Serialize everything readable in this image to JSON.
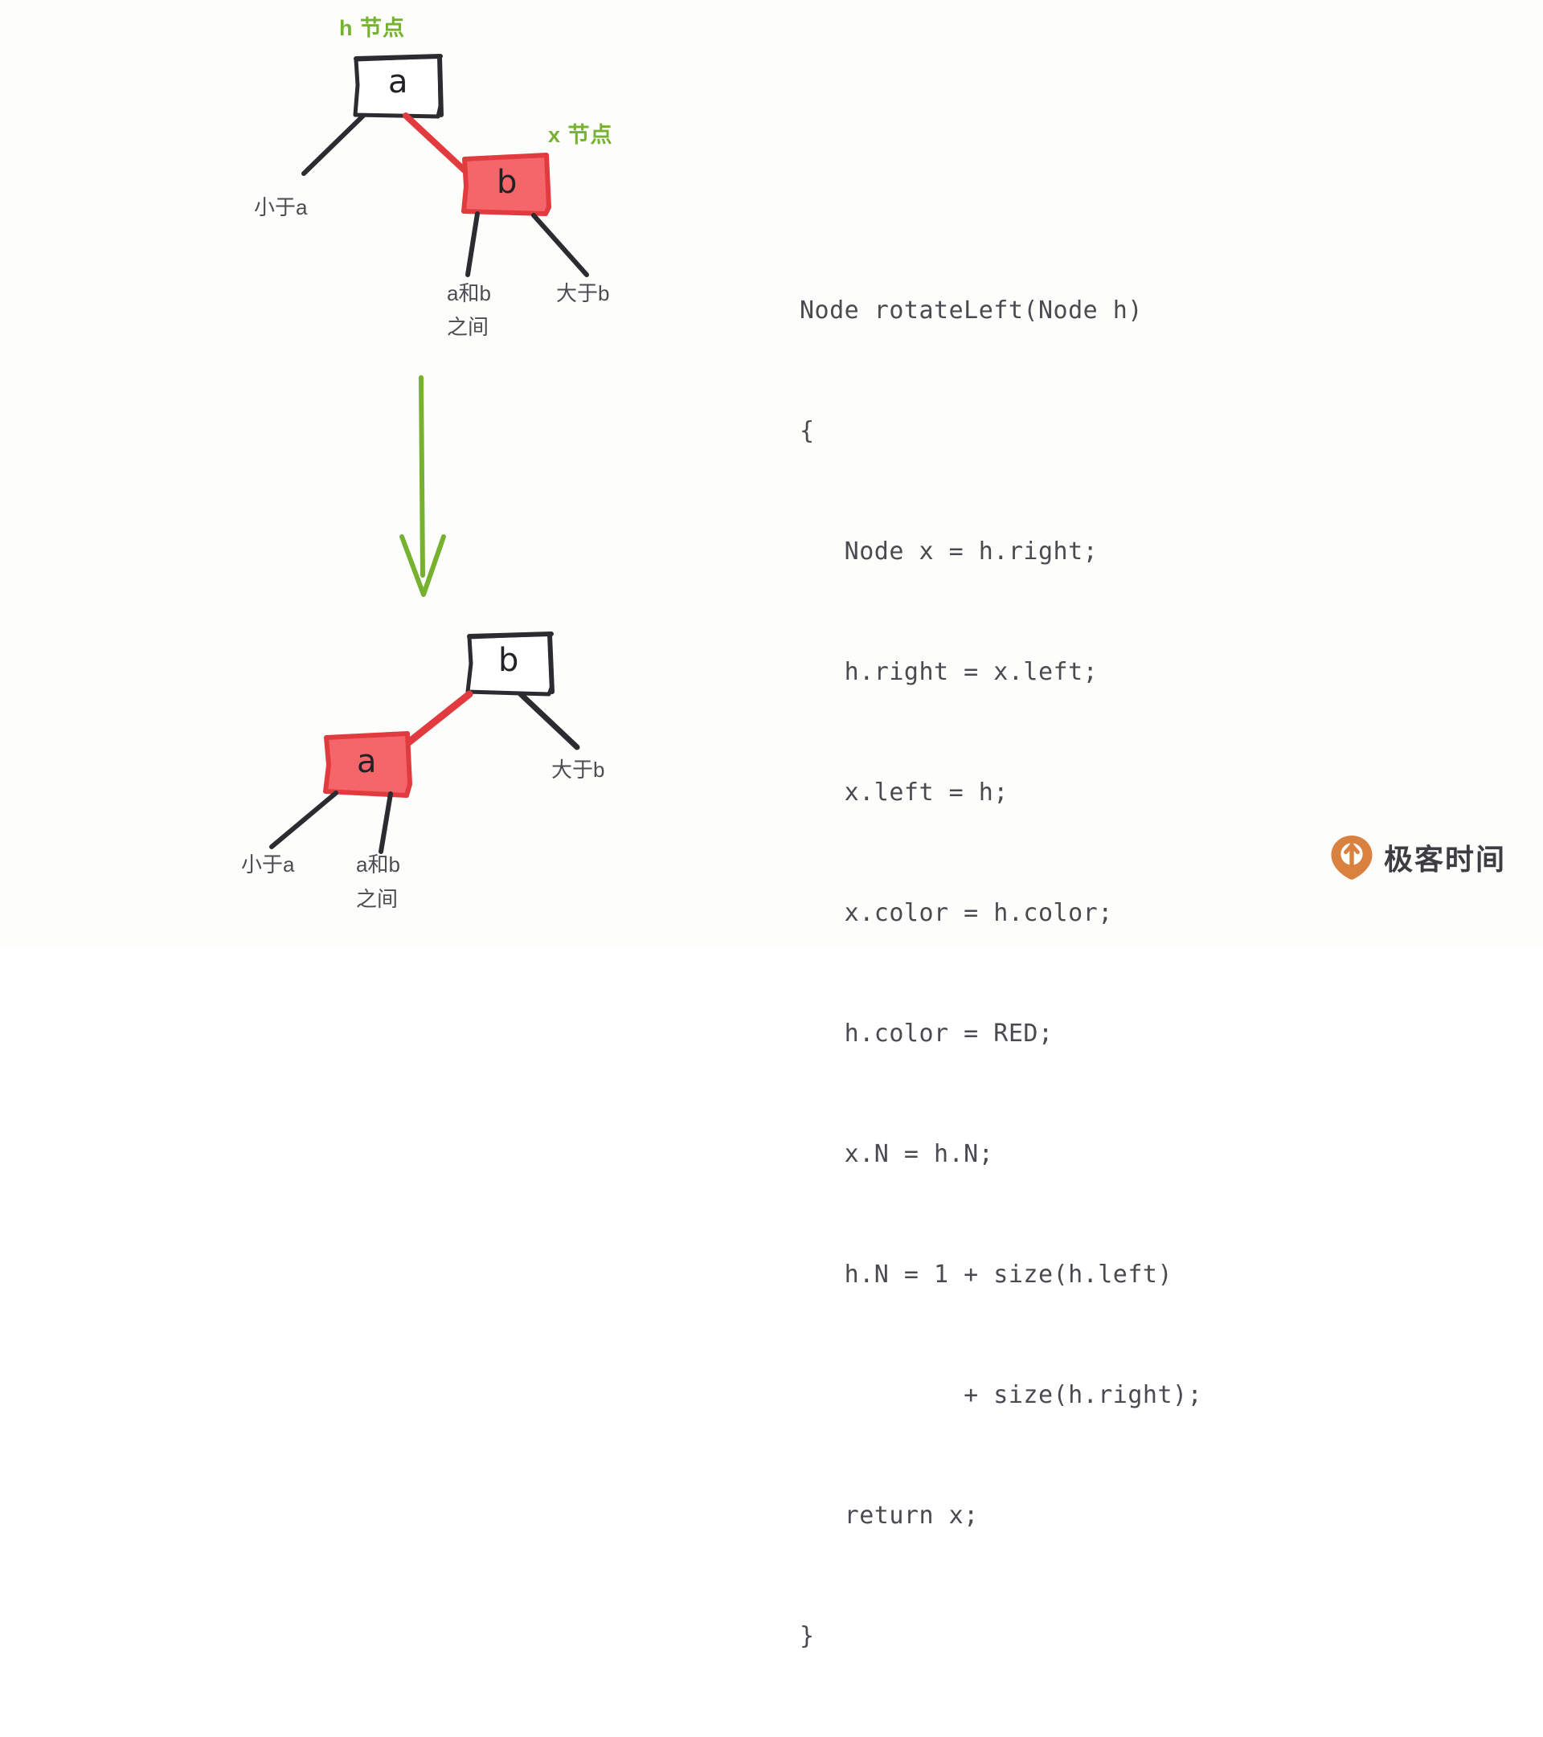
{
  "page": {
    "title": "Red-Black Tree rotateLeft Illustration",
    "background_color": "#fdfdfc"
  },
  "colors": {
    "green_label": "#76b12f",
    "red_fill": "#f5666b",
    "red_stroke": "#e13b3f",
    "black_stroke": "#2b2b30",
    "text_dark": "#4c4c52",
    "code_text": "#4a4a50",
    "logo_orange": "#d9823f"
  },
  "diagram_before": {
    "annotation_h": "h 节点",
    "annotation_x": "x 节点",
    "node_parent": {
      "letter": "a",
      "color": "black"
    },
    "node_child": {
      "letter": "b",
      "color": "red"
    },
    "subtree_labels": [
      {
        "text": "小于a"
      },
      {
        "text_line1": "a和b",
        "text_line2": "之间"
      },
      {
        "text": "大于b"
      }
    ]
  },
  "transform_arrow": {
    "direction": "down",
    "color": "#76b12f"
  },
  "diagram_after": {
    "node_parent": {
      "letter": "b",
      "color": "black"
    },
    "node_child": {
      "letter": "a",
      "color": "red"
    },
    "subtree_labels": [
      {
        "text": "小于a"
      },
      {
        "text_line1": "a和b",
        "text_line2": "之间"
      },
      {
        "text": "大于b"
      }
    ]
  },
  "code": {
    "language": "java",
    "lines": [
      "Node rotateLeft(Node h)",
      "{",
      "   Node x = h.right;",
      "   h.right = x.left;",
      "   x.left = h;",
      "   x.color = h.color;",
      "   h.color = RED;",
      "   x.N = h.N;",
      "   h.N = 1 + size(h.left)",
      "           + size(h.right);",
      "   return x;",
      "}"
    ]
  },
  "watermark": {
    "brand": "极客时间",
    "icon": "geektime-pin-icon"
  }
}
